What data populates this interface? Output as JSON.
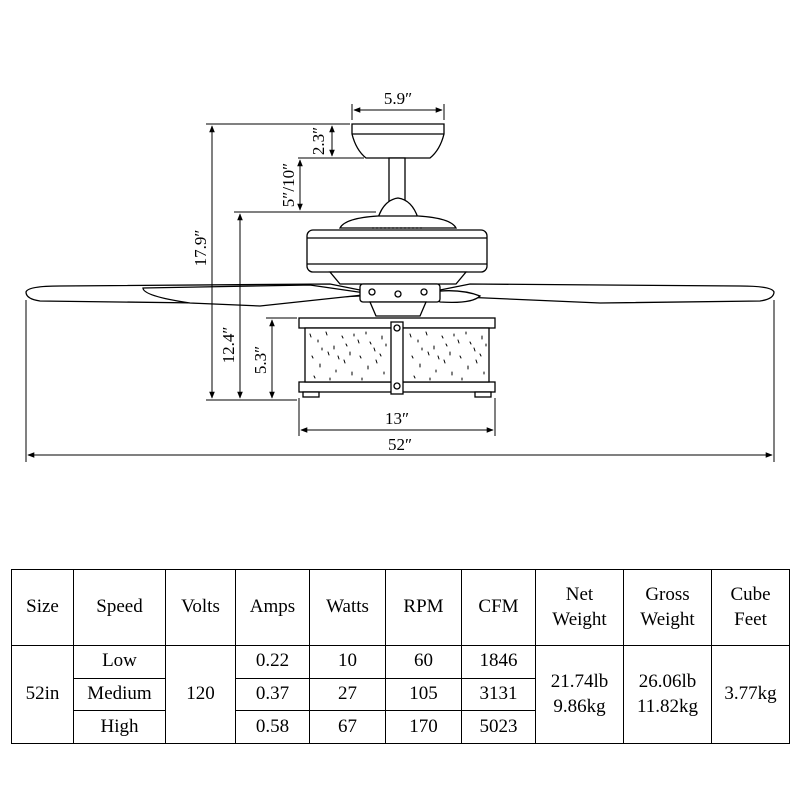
{
  "dimensions": {
    "canopy_width": "5.9″",
    "canopy_height": "2.3″",
    "downrod": "5″/10″",
    "overall_height": "17.9″",
    "motor_to_bottom": "12.4″",
    "light_kit_height": "5.3″",
    "light_kit_width": "13″",
    "blade_span": "52″"
  },
  "table": {
    "headers": [
      "Size",
      "Speed",
      "Volts",
      "Amps",
      "Watts",
      "RPM",
      "CFM",
      "Net Weight",
      "Gross Weight",
      "Cube Feet"
    ],
    "headers_split": {
      "net": [
        "Net",
        "Weight"
      ],
      "gross": [
        "Gross",
        "Weight"
      ],
      "cube": [
        "Cube",
        "Feet"
      ]
    },
    "size": "52in",
    "volts": "120",
    "net_weight": [
      "21.74lb",
      "9.86kg"
    ],
    "gross_weight": [
      "26.06lb",
      "11.82kg"
    ],
    "cube_feet": "3.77kg",
    "rows": [
      {
        "speed": "Low",
        "amps": "0.22",
        "watts": "10",
        "rpm": "60",
        "cfm": "1846"
      },
      {
        "speed": "Medium",
        "amps": "0.37",
        "watts": "27",
        "rpm": "105",
        "cfm": "3131"
      },
      {
        "speed": "High",
        "amps": "0.58",
        "watts": "67",
        "rpm": "170",
        "cfm": "5023"
      }
    ]
  }
}
